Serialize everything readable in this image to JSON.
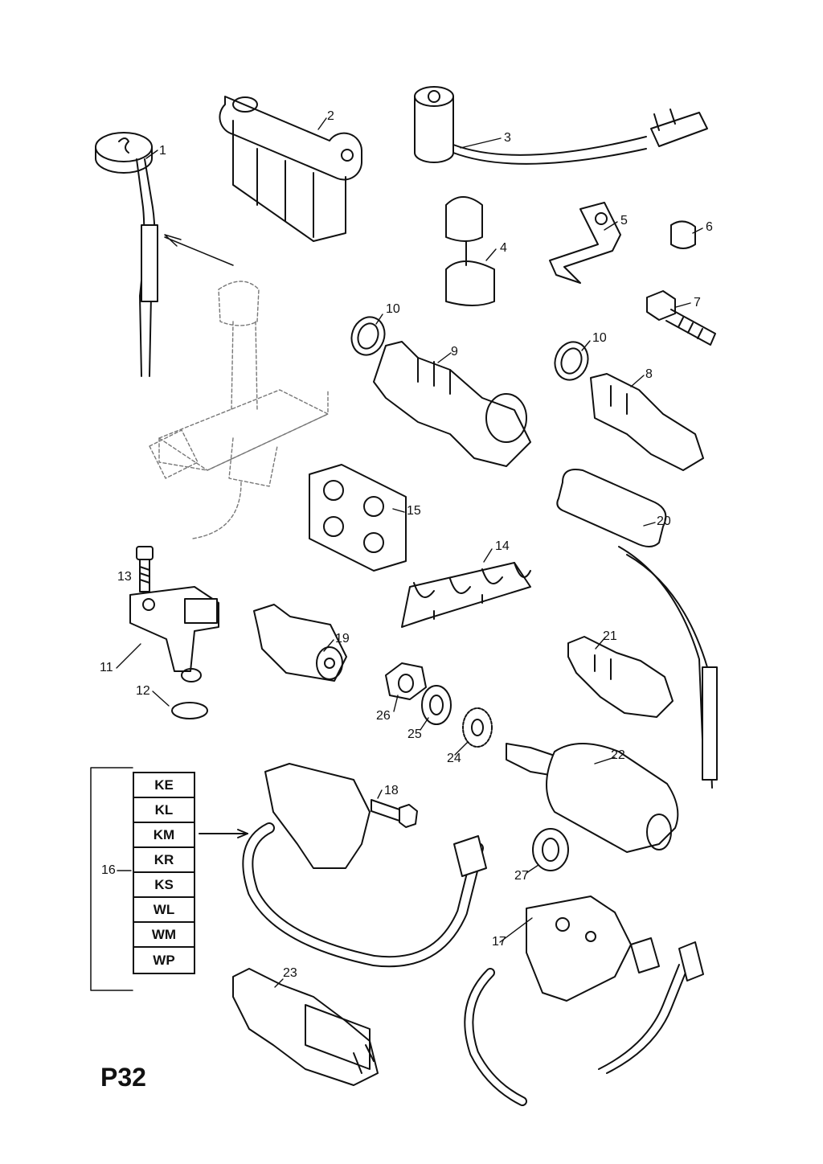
{
  "diagram": {
    "page_code": "P32",
    "callouts": [
      {
        "id": "1",
        "label": "1"
      },
      {
        "id": "2",
        "label": "2"
      },
      {
        "id": "3",
        "label": "3"
      },
      {
        "id": "4",
        "label": "4"
      },
      {
        "id": "5",
        "label": "5"
      },
      {
        "id": "6",
        "label": "6"
      },
      {
        "id": "7",
        "label": "7"
      },
      {
        "id": "8",
        "label": "8"
      },
      {
        "id": "9",
        "label": "9"
      },
      {
        "id": "10a",
        "label": "10"
      },
      {
        "id": "10b",
        "label": "10"
      },
      {
        "id": "11",
        "label": "11"
      },
      {
        "id": "12",
        "label": "12"
      },
      {
        "id": "13",
        "label": "13"
      },
      {
        "id": "14",
        "label": "14"
      },
      {
        "id": "15",
        "label": "15"
      },
      {
        "id": "16",
        "label": "16"
      },
      {
        "id": "17",
        "label": "17"
      },
      {
        "id": "18",
        "label": "18"
      },
      {
        "id": "19",
        "label": "19"
      },
      {
        "id": "20",
        "label": "20"
      },
      {
        "id": "21",
        "label": "21"
      },
      {
        "id": "22",
        "label": "22"
      },
      {
        "id": "23",
        "label": "23"
      },
      {
        "id": "24",
        "label": "24"
      },
      {
        "id": "25",
        "label": "25"
      },
      {
        "id": "26",
        "label": "26"
      },
      {
        "id": "27",
        "label": "27"
      }
    ],
    "variant_codes": [
      "KE",
      "KL",
      "KM",
      "KR",
      "KS",
      "WL",
      "WM",
      "WP"
    ]
  }
}
